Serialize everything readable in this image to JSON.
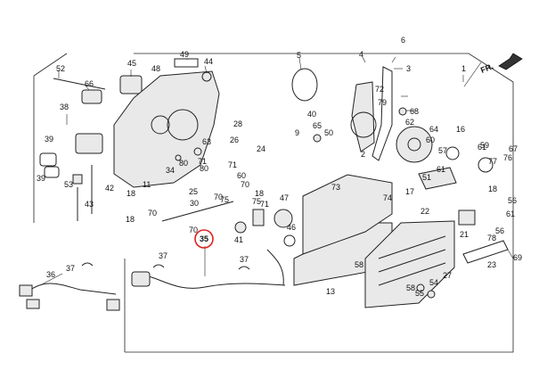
{
  "direction_label": "FR.",
  "highlight": {
    "callout": "35",
    "color": "#e02020"
  },
  "callouts": [
    {
      "id": "c1",
      "text": "1"
    },
    {
      "id": "c2",
      "text": "2"
    },
    {
      "id": "c3",
      "text": "3"
    },
    {
      "id": "c4",
      "text": "4"
    },
    {
      "id": "c5",
      "text": "5"
    },
    {
      "id": "c6",
      "text": "6"
    },
    {
      "id": "c9",
      "text": "9"
    },
    {
      "id": "c11",
      "text": "11"
    },
    {
      "id": "c13",
      "text": "13"
    },
    {
      "id": "c16",
      "text": "16"
    },
    {
      "id": "c17",
      "text": "17"
    },
    {
      "id": "c18a",
      "text": "18"
    },
    {
      "id": "c18b",
      "text": "18"
    },
    {
      "id": "c18c",
      "text": "18"
    },
    {
      "id": "c21",
      "text": "21"
    },
    {
      "id": "c22",
      "text": "22"
    },
    {
      "id": "c23",
      "text": "23"
    },
    {
      "id": "c24",
      "text": "24"
    },
    {
      "id": "c25",
      "text": "25"
    },
    {
      "id": "c26",
      "text": "26"
    },
    {
      "id": "c27",
      "text": "27"
    },
    {
      "id": "c28",
      "text": "28"
    },
    {
      "id": "c30",
      "text": "30"
    },
    {
      "id": "c34",
      "text": "34"
    },
    {
      "id": "c35",
      "text": "35"
    },
    {
      "id": "c36",
      "text": "36"
    },
    {
      "id": "c37a",
      "text": "37"
    },
    {
      "id": "c37b",
      "text": "37"
    },
    {
      "id": "c37c",
      "text": "37"
    },
    {
      "id": "c38",
      "text": "38"
    },
    {
      "id": "c39a",
      "text": "39"
    },
    {
      "id": "c39b",
      "text": "39"
    },
    {
      "id": "c40",
      "text": "40"
    },
    {
      "id": "c41",
      "text": "41"
    },
    {
      "id": "c42",
      "text": "42"
    },
    {
      "id": "c43",
      "text": "43"
    },
    {
      "id": "c44",
      "text": "44"
    },
    {
      "id": "c45",
      "text": "45"
    },
    {
      "id": "c46",
      "text": "46"
    },
    {
      "id": "c47",
      "text": "47"
    },
    {
      "id": "c48",
      "text": "48"
    },
    {
      "id": "c49",
      "text": "49"
    },
    {
      "id": "c50",
      "text": "50"
    },
    {
      "id": "c51",
      "text": "51"
    },
    {
      "id": "c52",
      "text": "52"
    },
    {
      "id": "c53",
      "text": "53"
    },
    {
      "id": "c54",
      "text": "54"
    },
    {
      "id": "c55",
      "text": "55"
    },
    {
      "id": "c56a",
      "text": "56"
    },
    {
      "id": "c56b",
      "text": "56"
    },
    {
      "id": "c57",
      "text": "57"
    },
    {
      "id": "c58a",
      "text": "58"
    },
    {
      "id": "c58b",
      "text": "58"
    },
    {
      "id": "c59",
      "text": "59"
    },
    {
      "id": "c60a",
      "text": "60"
    },
    {
      "id": "c60b",
      "text": "60"
    },
    {
      "id": "c61a",
      "text": "61"
    },
    {
      "id": "c61b",
      "text": "61"
    },
    {
      "id": "c61c",
      "text": "61"
    },
    {
      "id": "c62",
      "text": "62"
    },
    {
      "id": "c63",
      "text": "63"
    },
    {
      "id": "c64",
      "text": "64"
    },
    {
      "id": "c65",
      "text": "65"
    },
    {
      "id": "c66",
      "text": "66"
    },
    {
      "id": "c67",
      "text": "67"
    },
    {
      "id": "c68",
      "text": "68"
    },
    {
      "id": "c69",
      "text": "69"
    },
    {
      "id": "c70a",
      "text": "70"
    },
    {
      "id": "c70b",
      "text": "70"
    },
    {
      "id": "c70c",
      "text": "70"
    },
    {
      "id": "c70d",
      "text": "70"
    },
    {
      "id": "c71a",
      "text": "71"
    },
    {
      "id": "c71b",
      "text": "71"
    },
    {
      "id": "c71c",
      "text": "71"
    },
    {
      "id": "c72",
      "text": "72"
    },
    {
      "id": "c73",
      "text": "73"
    },
    {
      "id": "c74",
      "text": "74"
    },
    {
      "id": "c75a",
      "text": "75"
    },
    {
      "id": "c75b",
      "text": "75"
    },
    {
      "id": "c76",
      "text": "76"
    },
    {
      "id": "c77",
      "text": "77"
    },
    {
      "id": "c78",
      "text": "78"
    },
    {
      "id": "c79",
      "text": "79"
    },
    {
      "id": "c80a",
      "text": "80"
    },
    {
      "id": "c80b",
      "text": "80"
    }
  ]
}
